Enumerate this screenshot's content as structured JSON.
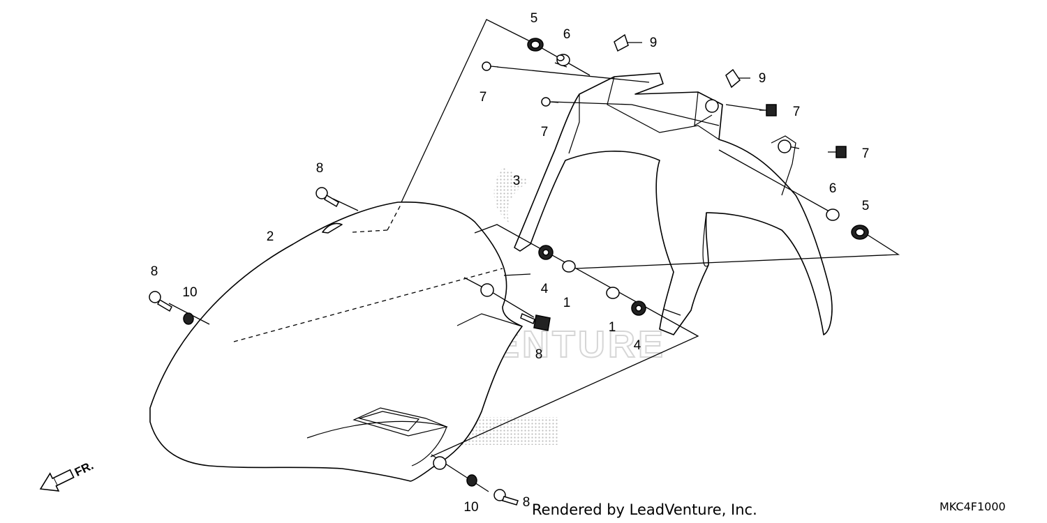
{
  "callouts": [
    {
      "id": "c5a",
      "label": "5"
    },
    {
      "id": "c6a",
      "label": "6"
    },
    {
      "id": "c9a",
      "label": "9"
    },
    {
      "id": "c9b",
      "label": "9"
    },
    {
      "id": "c7a",
      "label": "7"
    },
    {
      "id": "c7b",
      "label": "7"
    },
    {
      "id": "c7c",
      "label": "7"
    },
    {
      "id": "c7d",
      "label": "7"
    },
    {
      "id": "c3",
      "label": "3"
    },
    {
      "id": "c6b",
      "label": "6"
    },
    {
      "id": "c5b",
      "label": "5"
    },
    {
      "id": "c8a",
      "label": "8"
    },
    {
      "id": "c2",
      "label": "2"
    },
    {
      "id": "c8b",
      "label": "8"
    },
    {
      "id": "c10a",
      "label": "10"
    },
    {
      "id": "c4a",
      "label": "4"
    },
    {
      "id": "c1a",
      "label": "1"
    },
    {
      "id": "c1b",
      "label": "1"
    },
    {
      "id": "c4b",
      "label": "4"
    },
    {
      "id": "c8c",
      "label": "8"
    },
    {
      "id": "c10b",
      "label": "10"
    },
    {
      "id": "c8d",
      "label": "8"
    }
  ],
  "front_arrow_label": "FR.",
  "credit": "Rendered by LeadVenture, Inc.",
  "diagram_code": "MKC4F1000",
  "watermark": "LEADVENTURE",
  "colors": {
    "ink": "#000000",
    "watermark": "#c8c8c8",
    "background": "#ffffff"
  }
}
